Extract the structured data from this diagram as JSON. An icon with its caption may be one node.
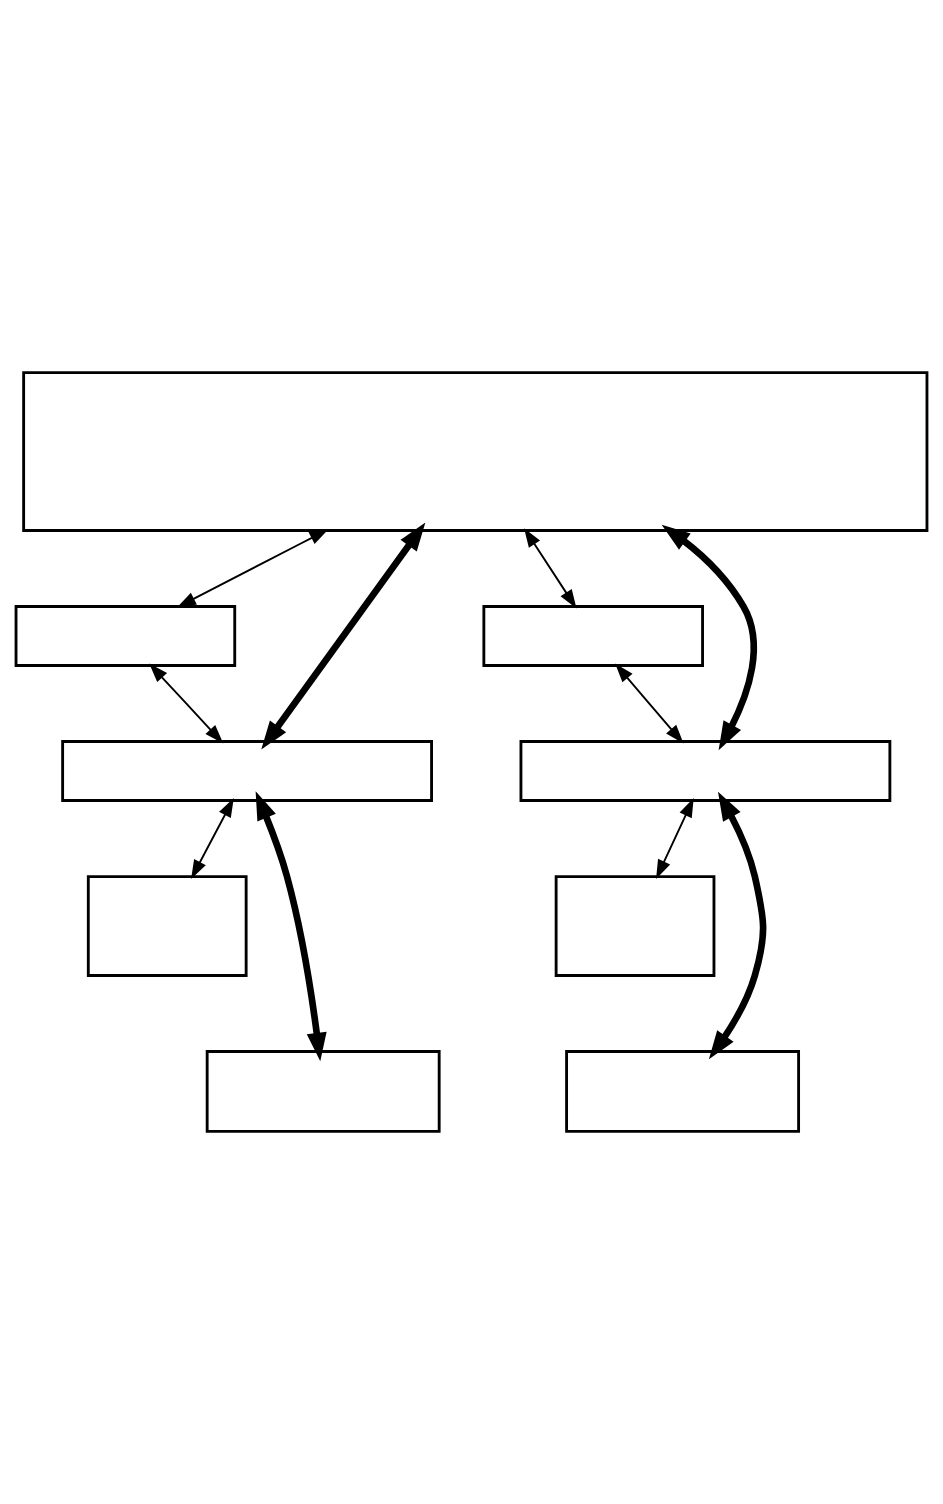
{
  "diagram": {
    "nodes": [
      {
        "text": [],
        "shape": "box"
      },
      {
        "text": [],
        "shape": "box"
      },
      {
        "text": [],
        "shape": "box"
      },
      {
        "text": [],
        "shape": "box"
      },
      {
        "text": [],
        "shape": "box"
      },
      {
        "text": [],
        "shape": "box"
      },
      {
        "text": [],
        "shape": "box"
      },
      {
        "text": [],
        "shape": "box"
      },
      {
        "text": [],
        "shape": "box"
      }
    ],
    "edges": [
      {
        "from": 0,
        "to": 3,
        "arrow": "both",
        "style": "thick"
      },
      {
        "from": 0,
        "to": 1,
        "arrow": "both"
      },
      {
        "from": 1,
        "to": 3,
        "arrow": "both"
      },
      {
        "from": 0,
        "to": 4,
        "arrow": "both",
        "style": "thick"
      },
      {
        "from": 0,
        "to": 2,
        "arrow": "both"
      },
      {
        "from": 2,
        "to": 4,
        "arrow": "both"
      },
      {
        "from": 3,
        "to": 7,
        "arrow": "both",
        "style": "thick"
      },
      {
        "from": 3,
        "to": 5,
        "arrow": "both"
      },
      {
        "from": 4,
        "to": 8,
        "arrow": "both",
        "style": "thick"
      },
      {
        "from": 4,
        "to": 6,
        "arrow": "both"
      }
    ]
  }
}
